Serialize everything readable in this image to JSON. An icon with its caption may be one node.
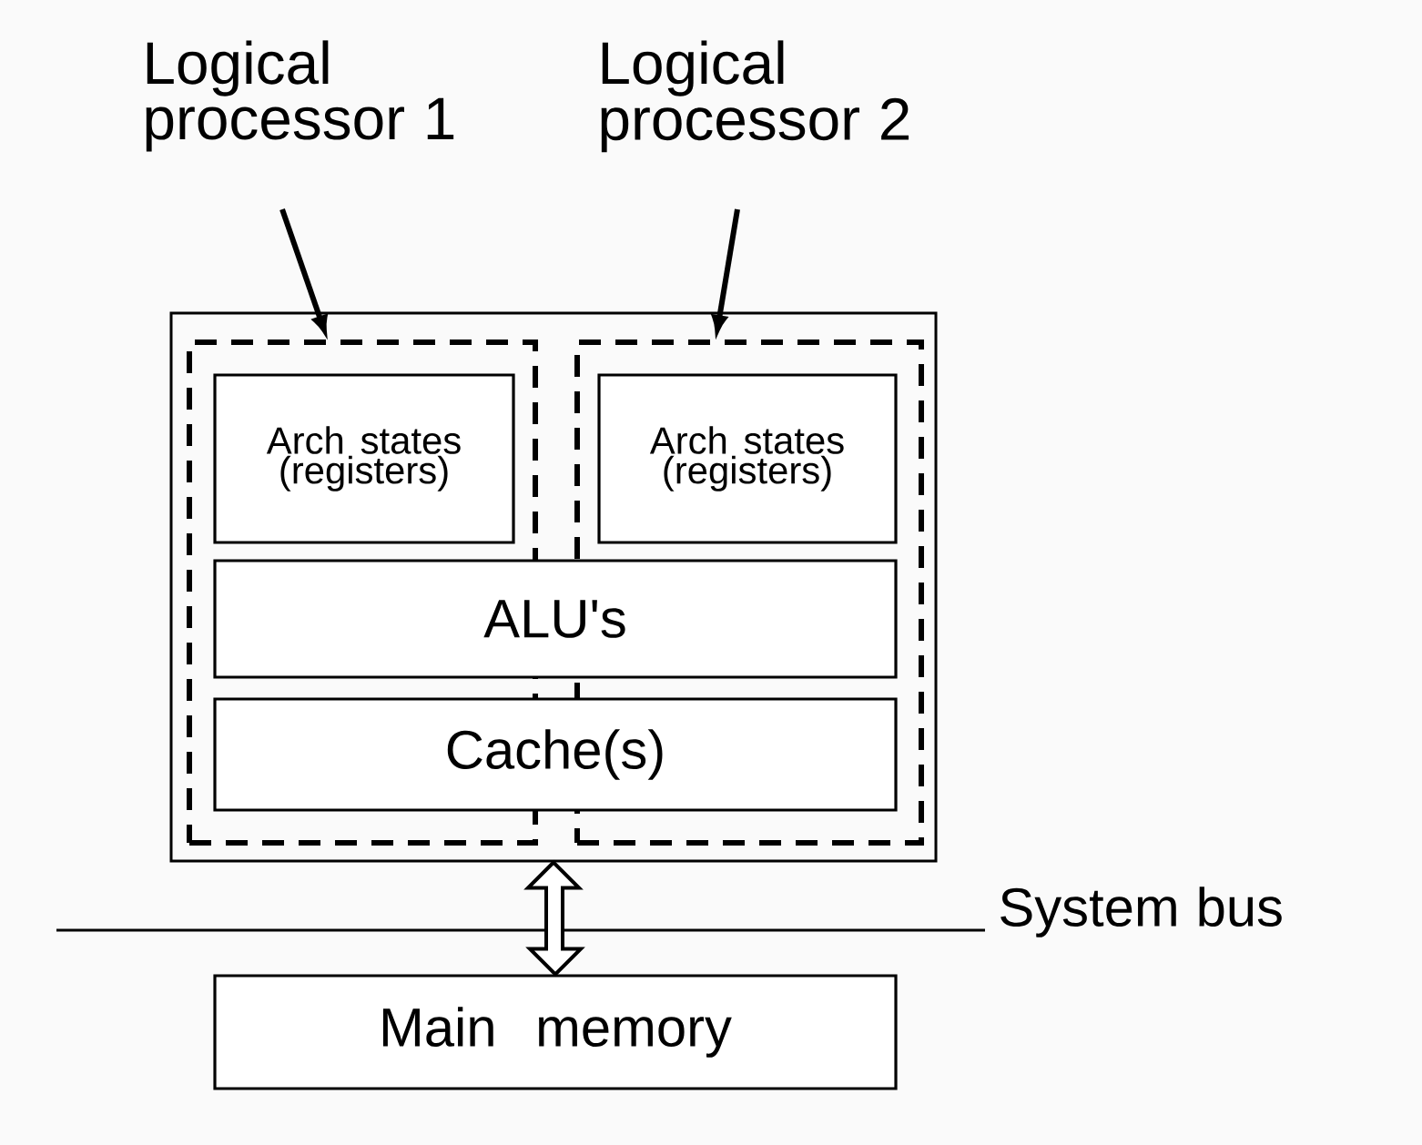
{
  "diagram": {
    "nodes": [
      {
        "text": [
          "Logical processor 1"
        ]
      },
      {
        "text": [
          "Logical processor 2"
        ]
      },
      {
        "text": [],
        "shape": "box"
      },
      {
        "text": [],
        "shape": "box",
        "in": 2
      },
      {
        "text": [],
        "shape": "box",
        "in": 2
      },
      {
        "text": [
          "Arch states (registers)"
        ],
        "in": 3
      },
      {
        "text": [
          "Arch states (registers)"
        ],
        "in": 4
      },
      {
        "text": [
          "ALU's"
        ],
        "in": 2
      },
      {
        "text": [
          "Cache(s)"
        ],
        "in": 2
      },
      {
        "text": [
          "Main memory"
        ]
      }
    ],
    "edges": [
      {
        "from": 0,
        "to": 3,
        "arrow": "to"
      },
      {
        "from": 1,
        "to": 4,
        "arrow": "to"
      },
      {
        "from": 2,
        "to": 9,
        "arrow": "both",
        "style": "thick"
      }
    ],
    "labels": [
      "System bus"
    ]
  }
}
